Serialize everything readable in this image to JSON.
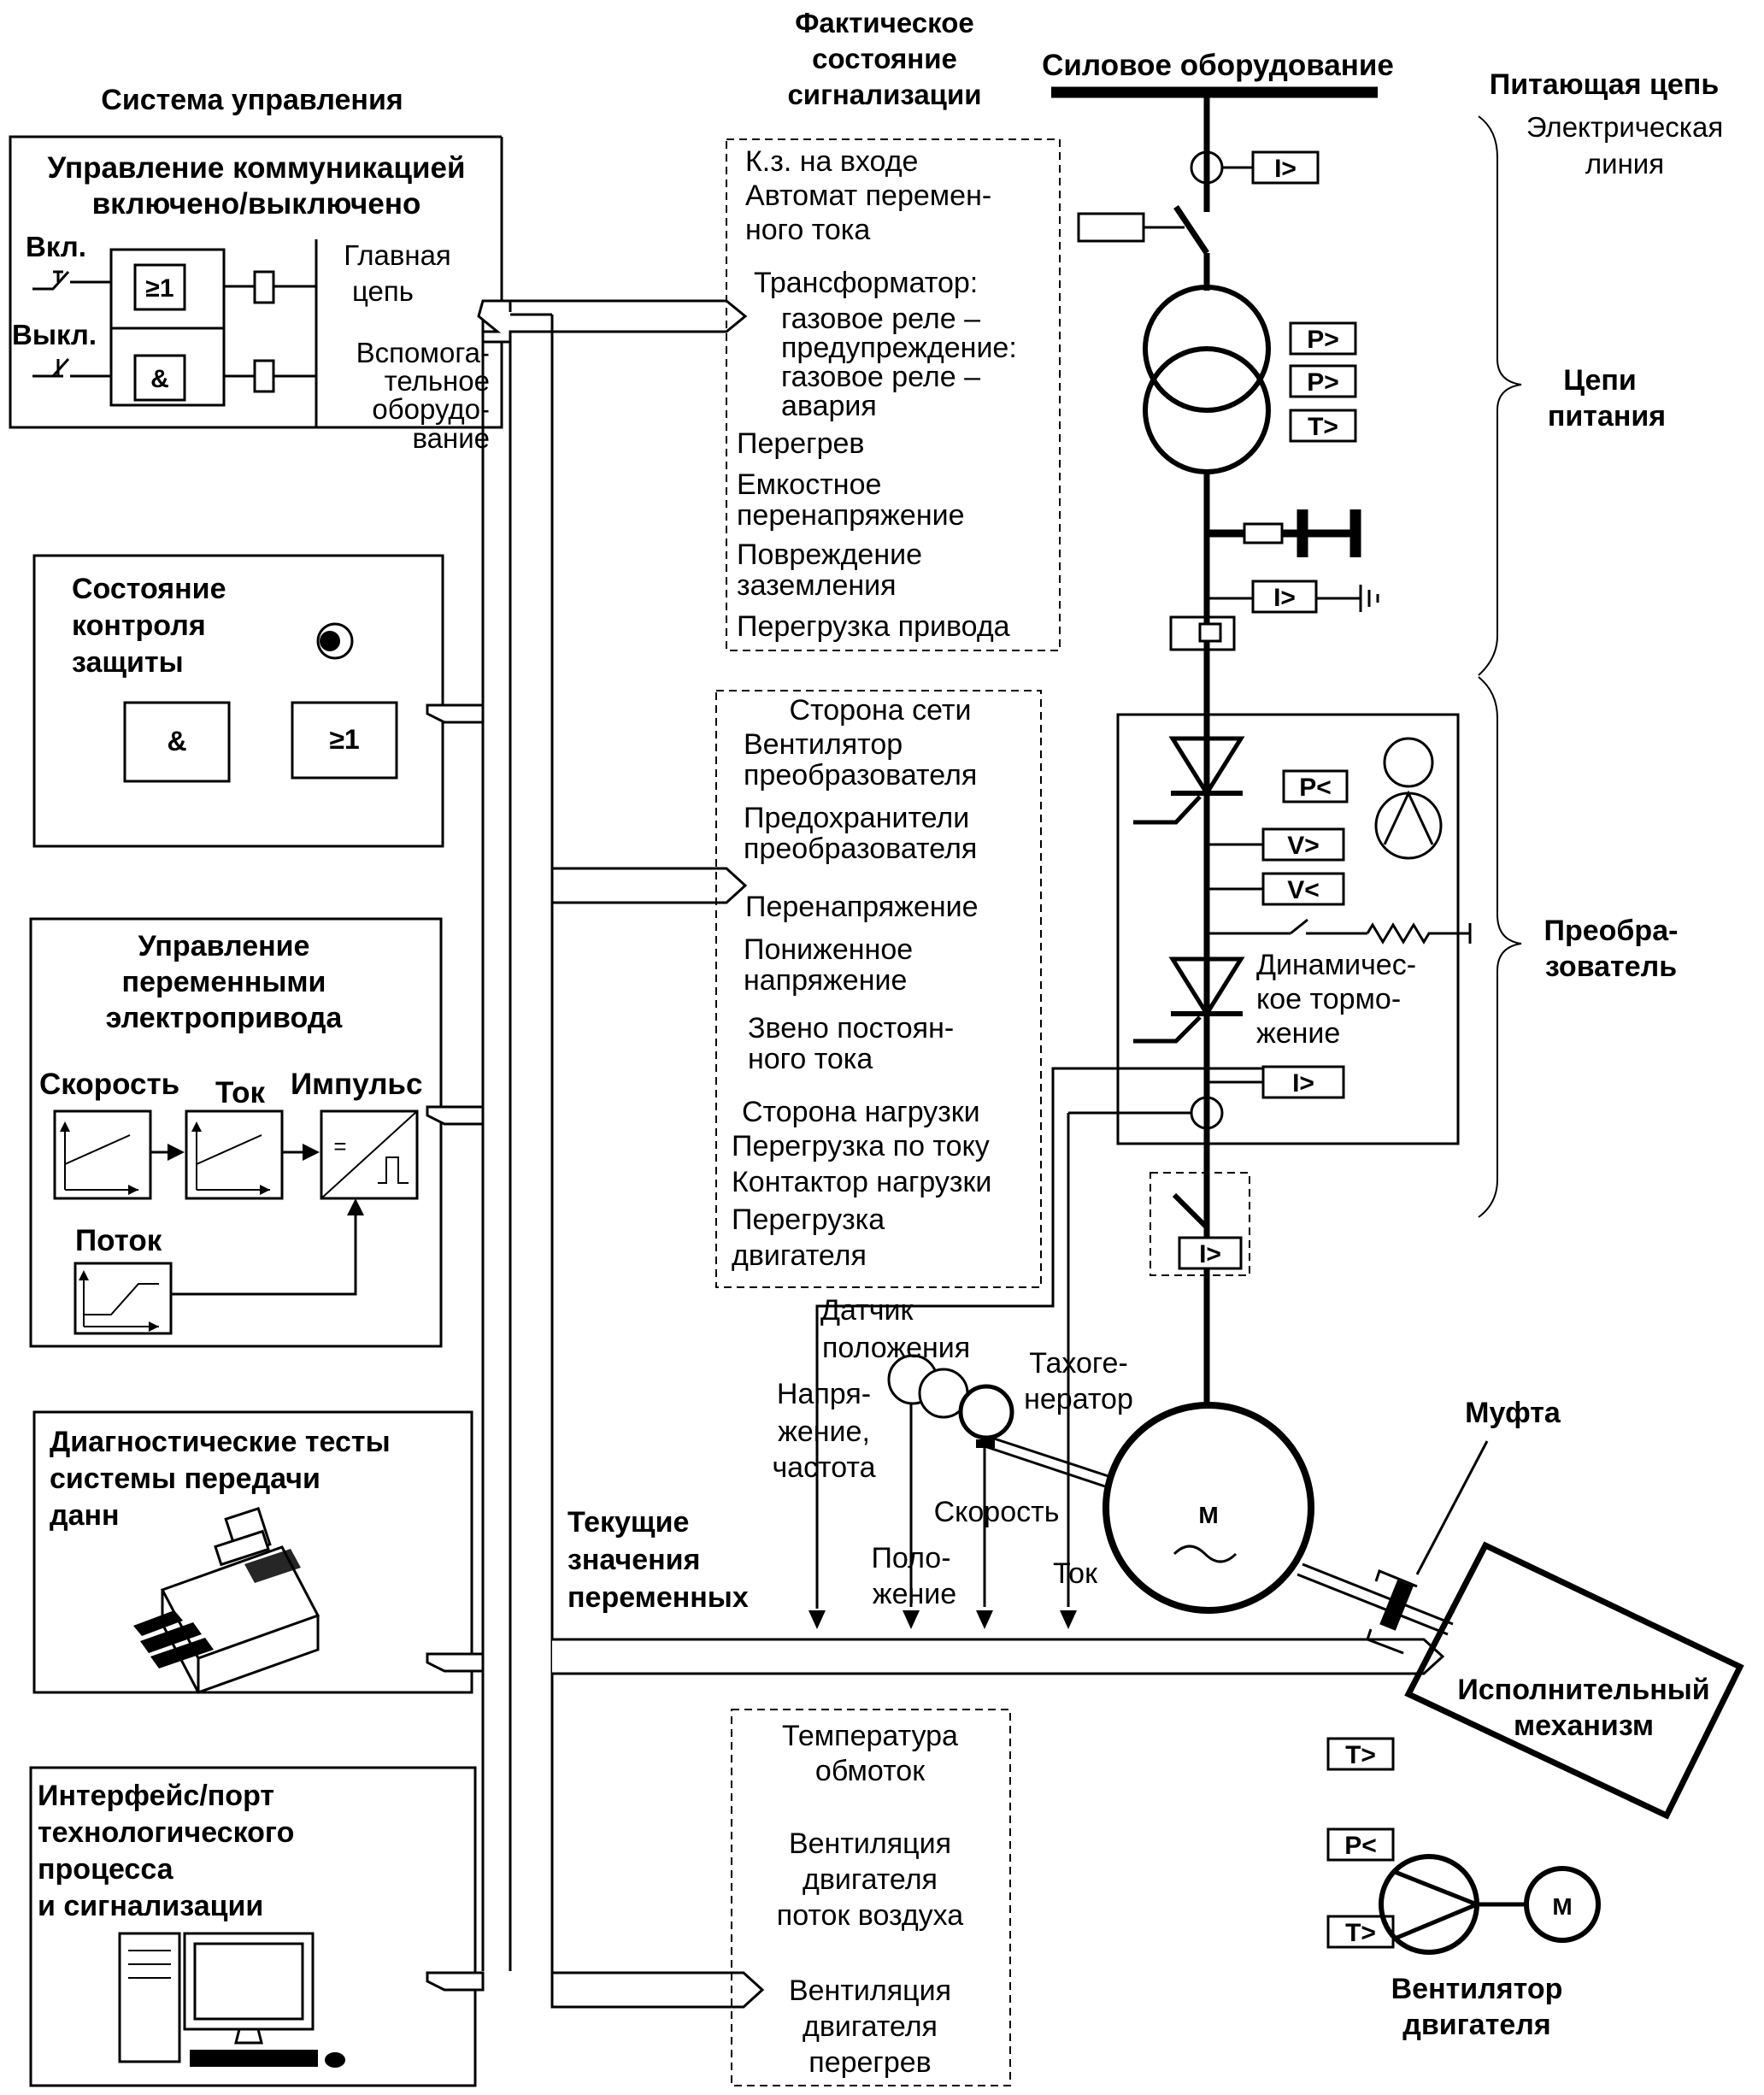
{
  "headers": {
    "control_system": "Система управления",
    "actual_state": [
      "Фактическое",
      "состояние",
      "сигнализации"
    ],
    "power_equipment": "Силовое оборудование",
    "supply_circuit": "Питающая цепь",
    "electric_line": [
      "Электрическая",
      "линия"
    ]
  },
  "comm_box": {
    "title": [
      "Управление коммуникацией",
      "включено/выключено"
    ],
    "on_label": "Вкл.",
    "off_label": "Выкл.",
    "or_gate": "≥1",
    "and_gate": "&",
    "main_circuit": [
      "Главная",
      "цепь"
    ],
    "aux": [
      "Вспомога-",
      "тельное",
      "оборудо-",
      "вание"
    ]
  },
  "protection_box": {
    "title": [
      "Состояние",
      "контроля",
      "защиты"
    ],
    "and_gate": "&",
    "or_gate": "≥1"
  },
  "drive_box": {
    "title": [
      "Управление",
      "переменными",
      "электропривода"
    ],
    "speed": "Скорость",
    "current": "Ток",
    "pulse": "Импульс",
    "flux": "Поток",
    "pulse_sym": "="
  },
  "diag_box": {
    "title": [
      "Диагностические тесты",
      "системы передачи",
      "данн"
    ]
  },
  "port_box": {
    "title": [
      "Интерфейс/порт",
      "технологического",
      "процесса",
      "и сигнализации"
    ]
  },
  "alarm_list_1": [
    {
      "text": "К.з. на входе",
      "indent": false
    },
    {
      "text": "Автомат перемен-",
      "indent": false
    },
    {
      "text": "ного тока",
      "indent": false
    },
    {
      "text": "Трансформатор:",
      "indent": false
    },
    {
      "text": "газовое реле –",
      "indent": true
    },
    {
      "text": "предупреждение:",
      "indent": true
    },
    {
      "text": "газовое реле –",
      "indent": true
    },
    {
      "text": "авария",
      "indent": true
    },
    {
      "text": "Перегрев",
      "indent": false
    },
    {
      "text": "Емкостное",
      "indent": false
    },
    {
      "text": "перенапряжение",
      "indent": false
    },
    {
      "text": "Повреждение",
      "indent": false
    },
    {
      "text": "заземления",
      "indent": false
    },
    {
      "text": "Перегрузка привода",
      "indent": false
    }
  ],
  "alarm_list_2": [
    "Сторона сети",
    "Вентилятор",
    "преобразователя",
    "Предохранители",
    "преобразователя",
    "Перенапряжение",
    "Пониженное",
    "напряжение",
    "Звено постоян-",
    "ного тока",
    "Сторона нагрузки",
    "Перегрузка по току",
    "Контактор нагрузки",
    "Перегрузка",
    "двигателя"
  ],
  "alarm_list_3": [
    "Температура",
    "обмоток",
    "Вентиляция",
    "двигателя",
    "поток воздуха",
    "Вентиляция",
    "двигателя",
    "перегрев"
  ],
  "relays": {
    "overcurrent": "I>",
    "overpower": "P>",
    "overtemp": "T>",
    "underpower": "P<",
    "overvoltage": "V>",
    "undervoltage": "V<"
  },
  "right_labels": {
    "supply_circuits": [
      "Цепи",
      "питания"
    ],
    "converter": [
      "Преобра-",
      "зователь"
    ],
    "dynamic_braking": [
      "Динамичес-",
      "кое тормо-",
      "жение"
    ],
    "coupling": "Муфта",
    "actuator": [
      "Исполнительный",
      "механизм"
    ],
    "motor_fan": [
      "Вентилятор",
      "двигателя"
    ],
    "motor_symbol": "M"
  },
  "measurements": {
    "position_sensor": [
      "Датчик",
      "положения"
    ],
    "tachogenerator": [
      "Тахоге-",
      "нератор"
    ],
    "voltage_freq": [
      "Напря-",
      "жение,",
      "частота"
    ],
    "speed": "Скорость",
    "position": [
      "Поло-",
      "жение"
    ],
    "current": "Ток",
    "current_values": [
      "Текущие",
      "значения",
      "переменных"
    ]
  }
}
